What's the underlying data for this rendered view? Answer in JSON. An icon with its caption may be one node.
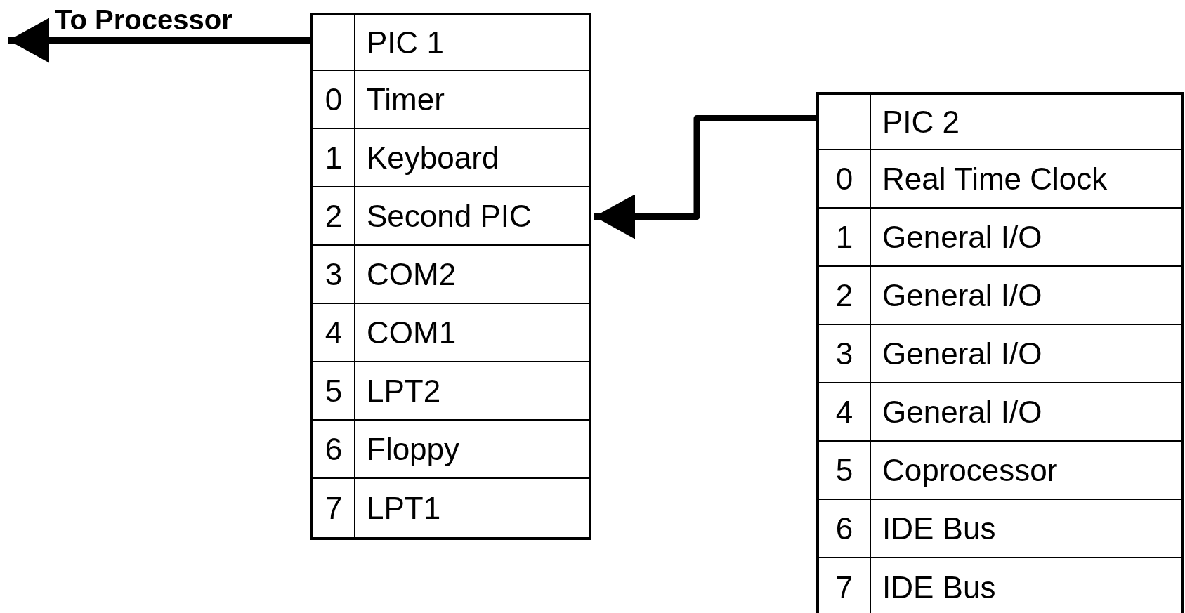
{
  "diagram": {
    "nodes": [
      {
        "text": [
          "PIC 1"
        ]
      },
      {
        "text": [
          "0",
          "Timer"
        ],
        "in": 0
      },
      {
        "text": [
          "1",
          "Keyboard"
        ],
        "in": 0
      },
      {
        "text": [
          "2",
          "Second PIC"
        ],
        "in": 0
      },
      {
        "text": [
          "3",
          "COM2"
        ],
        "in": 0
      },
      {
        "text": [
          "4",
          "COM1"
        ],
        "in": 0
      },
      {
        "text": [
          "5",
          "LPT2"
        ],
        "in": 0
      },
      {
        "text": [
          "6",
          "Floppy"
        ],
        "in": 0
      },
      {
        "text": [
          "7",
          "LPT1"
        ],
        "in": 0
      },
      {
        "text": [
          "PIC 2"
        ]
      },
      {
        "text": [
          "0",
          "Real Time Clock"
        ],
        "in": 9
      },
      {
        "text": [
          "1",
          "General I/O"
        ],
        "in": 9
      },
      {
        "text": [
          "2",
          "General I/O"
        ],
        "in": 9
      },
      {
        "text": [
          "3",
          "General I/O"
        ],
        "in": 9
      },
      {
        "text": [
          "4",
          "General I/O"
        ],
        "in": 9
      },
      {
        "text": [
          "5",
          "Coprocessor"
        ],
        "in": 9
      },
      {
        "text": [
          "6",
          "IDE Bus"
        ],
        "in": 9
      },
      {
        "text": [
          "7",
          "IDE Bus"
        ],
        "in": 9
      }
    ],
    "edges": [
      {
        "from": 0,
        "to": null,
        "arrow": "to",
        "label": "To Processor"
      },
      {
        "from": 9,
        "to": 3,
        "arrow": "to"
      }
    ]
  }
}
